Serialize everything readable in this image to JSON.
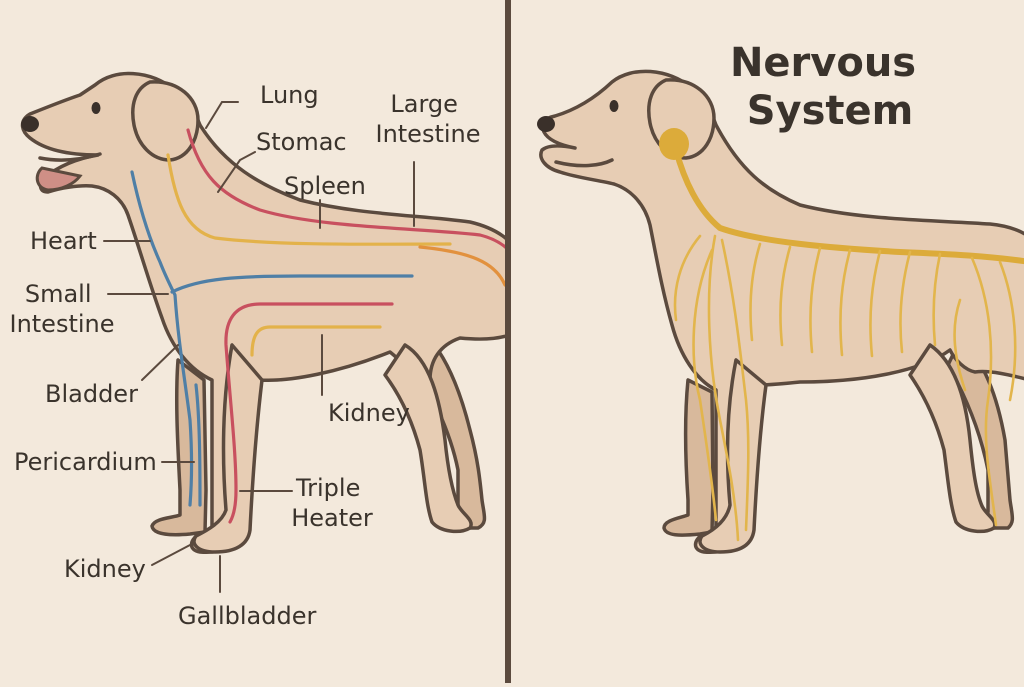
{
  "left_panel": {
    "labels": [
      {
        "key": "lung",
        "lines": [
          "Lung"
        ]
      },
      {
        "key": "stomac",
        "lines": [
          "Stomac"
        ]
      },
      {
        "key": "large-intestine",
        "lines": [
          "Large",
          "Intestine"
        ]
      },
      {
        "key": "spleen",
        "lines": [
          "Spleen"
        ]
      },
      {
        "key": "heart",
        "lines": [
          "Heart"
        ]
      },
      {
        "key": "small-intestine",
        "lines": [
          "Small",
          "Intestine"
        ]
      },
      {
        "key": "bladder",
        "lines": [
          "Bladder"
        ]
      },
      {
        "key": "kidney-right",
        "lines": [
          "Kidney"
        ]
      },
      {
        "key": "pericardium",
        "lines": [
          "Pericardium"
        ]
      },
      {
        "key": "triple-heater",
        "lines": [
          "Triple",
          "Heater"
        ]
      },
      {
        "key": "kidney-left",
        "lines": [
          "Kidney"
        ]
      },
      {
        "key": "gallbladder",
        "lines": [
          "Gallbladder"
        ]
      }
    ]
  },
  "right_panel": {
    "title_lines": [
      "Nervous",
      "System"
    ]
  },
  "colors": {
    "background": "#f3e9dc",
    "divider": "#5b4a3e",
    "dog_fill": "#e7cdb4",
    "meridian_red": "#c8505f",
    "meridian_yellow": "#e3b24a",
    "meridian_orange": "#e2913e",
    "meridian_blue": "#4f7fa6",
    "nerve_yellow": "#e2b54c"
  }
}
